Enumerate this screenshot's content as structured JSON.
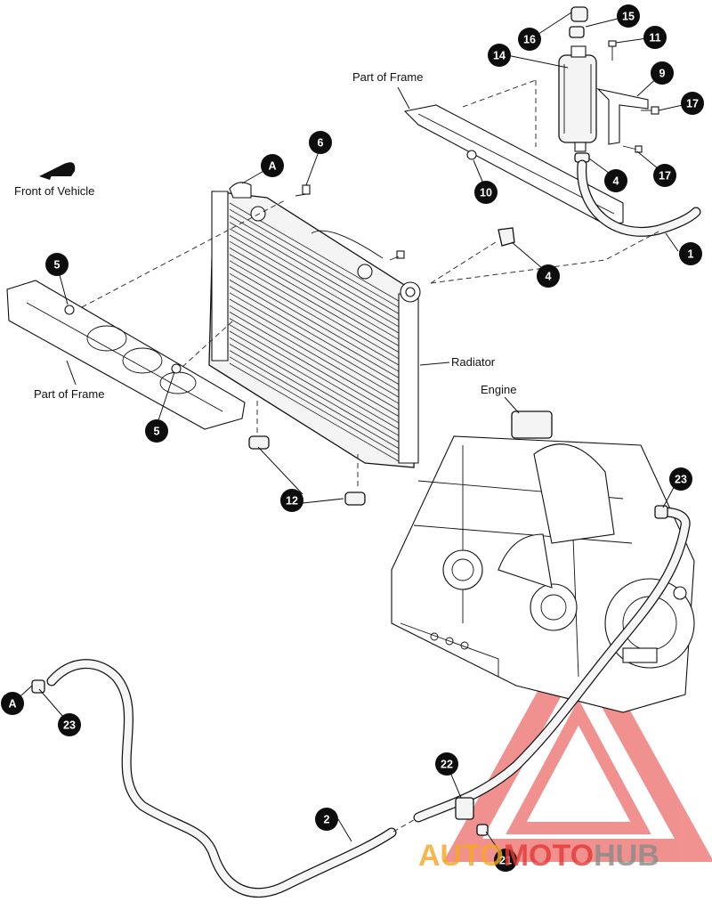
{
  "labels": {
    "front_of_vehicle": "Front of Vehicle",
    "part_of_frame_top": "Part of Frame",
    "part_of_frame_left": "Part of Frame",
    "radiator": "Radiator",
    "engine": "Engine"
  },
  "callouts": [
    "1",
    "2",
    "4",
    "4",
    "5",
    "5",
    "6",
    "9",
    "10",
    "11",
    "12",
    "14",
    "15",
    "16",
    "17",
    "17",
    "21",
    "22",
    "23",
    "23",
    "A",
    "A"
  ],
  "watermark": {
    "part1": "AUTO",
    "part2": "MOTO",
    "part3": "HUB",
    "color_red": "#e53935",
    "color_orange": "#f5a623",
    "color_gray": "#8a8a8a"
  }
}
